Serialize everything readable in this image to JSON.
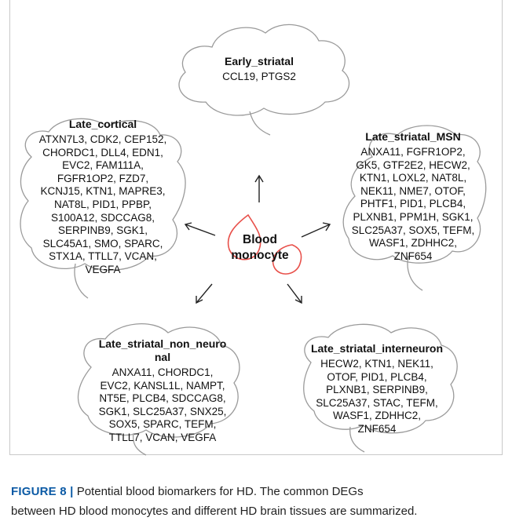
{
  "figure": {
    "center_label_1": "Blood",
    "center_label_2": "monocyte",
    "groups": {
      "early_striatal": {
        "title": "Early_striatal",
        "genes": [
          "CCL19, PTGS2"
        ]
      },
      "late_cortical": {
        "title": "Late_cortical",
        "genes": [
          "ATXN7L3,  CDK2, CEP152,",
          "CHORDC1, DLL4, EDN1,",
          "EVC2, FAM111A,",
          "FGFR1OP2, FZD7,",
          "KCNJ15, KTN1, MAPRE3,",
          "NAT8L, PID1, PPBP,",
          "S100A12, SDCCAG8,",
          "SERPINB9, SGK1,",
          "SLC45A1, SMO, SPARC,",
          "STX1A, TTLL7, VCAN,",
          "VEGFA"
        ]
      },
      "late_striatal_msn": {
        "title": "Late_striatal_MSN",
        "genes": [
          "ANXA11,  FGFR1OP2,",
          "GK5, GTF2E2, HECW2,",
          "KTN1, LOXL2, NAT8L,",
          "NEK11, NME7, OTOF,",
          "PHTF1, PID1, PLCB4,",
          "PLXNB1, PPM1H, SGK1,",
          "SLC25A37, SOX5, TEFM,",
          "WASF1, ZDHHC2,",
          "ZNF654"
        ]
      },
      "late_striatal_non_neuronal": {
        "title_line1": "Late_striatal_non_neuro",
        "title_line2": "nal",
        "genes": [
          "ANXA11,  CHORDC1,",
          "EVC2, KANSL1L, NAMPT,",
          "NT5E, PLCB4, SDCCAG8,",
          "SGK1, SLC25A37, SNX25,",
          "SOX5, SPARC, TEFM,",
          "TTLL7, VCAN, VEGFA"
        ]
      },
      "late_striatal_interneuron": {
        "title": "Late_striatal_interneuron",
        "genes": [
          "HECW2, KTN1, NEK11,",
          "OTOF, PID1, PLCB4,",
          "PLXNB1, SERPINB9,",
          "SLC25A37, STAC, TEFM,",
          "WASF1, ZDHHC2,",
          "ZNF654"
        ]
      }
    }
  },
  "caption": {
    "label": "FIGURE 8 |",
    "line1": " Potential blood biomarkers for HD. The common DEGs",
    "line2": "between HD blood monocytes and different HD brain tissues are summarized."
  },
  "colors": {
    "blood_cell": "#e8504a",
    "brain_outline": "#9a9a9a",
    "caption_label": "#0b5aa5"
  }
}
